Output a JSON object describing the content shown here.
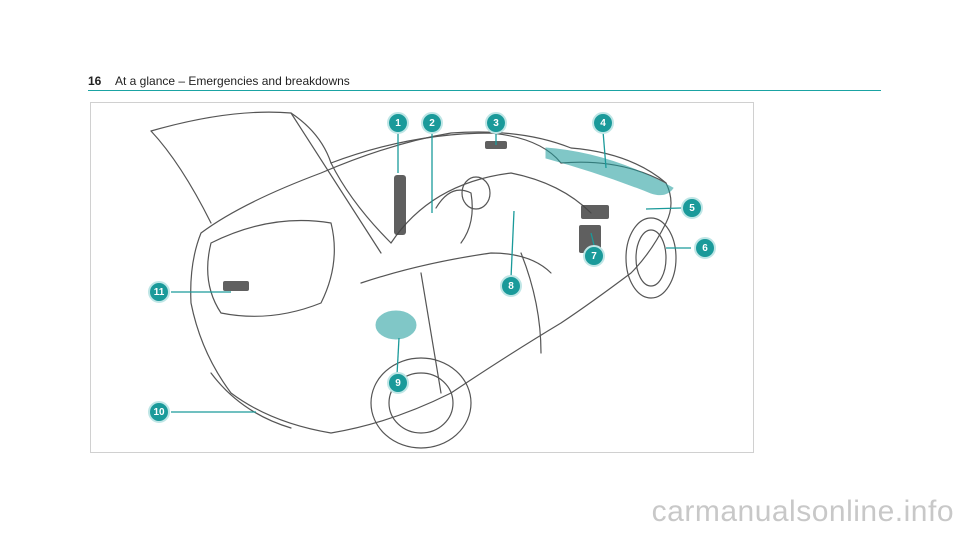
{
  "header": {
    "page_number": "16",
    "title": "At a glance – Emergencies and breakdowns"
  },
  "callouts": [
    "1",
    "2",
    "3",
    "4",
    "5",
    "6",
    "7",
    "8",
    "9",
    "10",
    "11"
  ],
  "watermark": "carmanualsonline.info",
  "colors": {
    "accent": "#1a9a9a",
    "rule": "#1aa3a3",
    "line": "#555555"
  }
}
